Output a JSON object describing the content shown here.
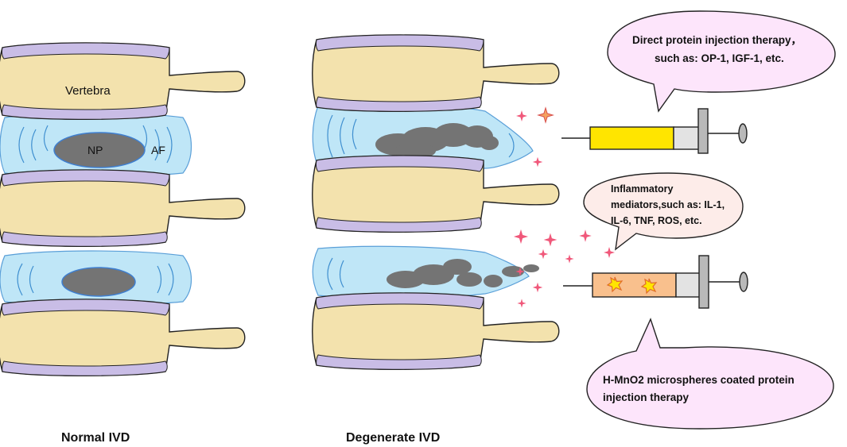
{
  "colors": {
    "bone": "#f3e2ad",
    "endplate": "#c9bde6",
    "disc": "#bfe6f7",
    "nucleus": "#747474",
    "syringe_yellow": "#ffe500",
    "syringe_orange": "#f9c08d",
    "sparkle": "#f0587a",
    "bubble_pink": "#fde5fb",
    "bubble_peach": "#fdece9"
  },
  "labels": {
    "vertebra": "Vertebra",
    "np": "NP",
    "af": "AF",
    "normal_title": "Normal IVD",
    "degenerate_title": "Degenerate IVD"
  },
  "callouts": {
    "direct": [
      "Direct protein injection therapy，",
      "such as: OP-1, IGF-1, etc."
    ],
    "inflammatory": [
      "Inflammatory",
      "mediators,such as: IL-1,",
      "IL-6, TNF, ROS, etc."
    ],
    "microspheres": [
      "H-MnO2 microspheres coated protein",
      "injection therapy"
    ]
  }
}
